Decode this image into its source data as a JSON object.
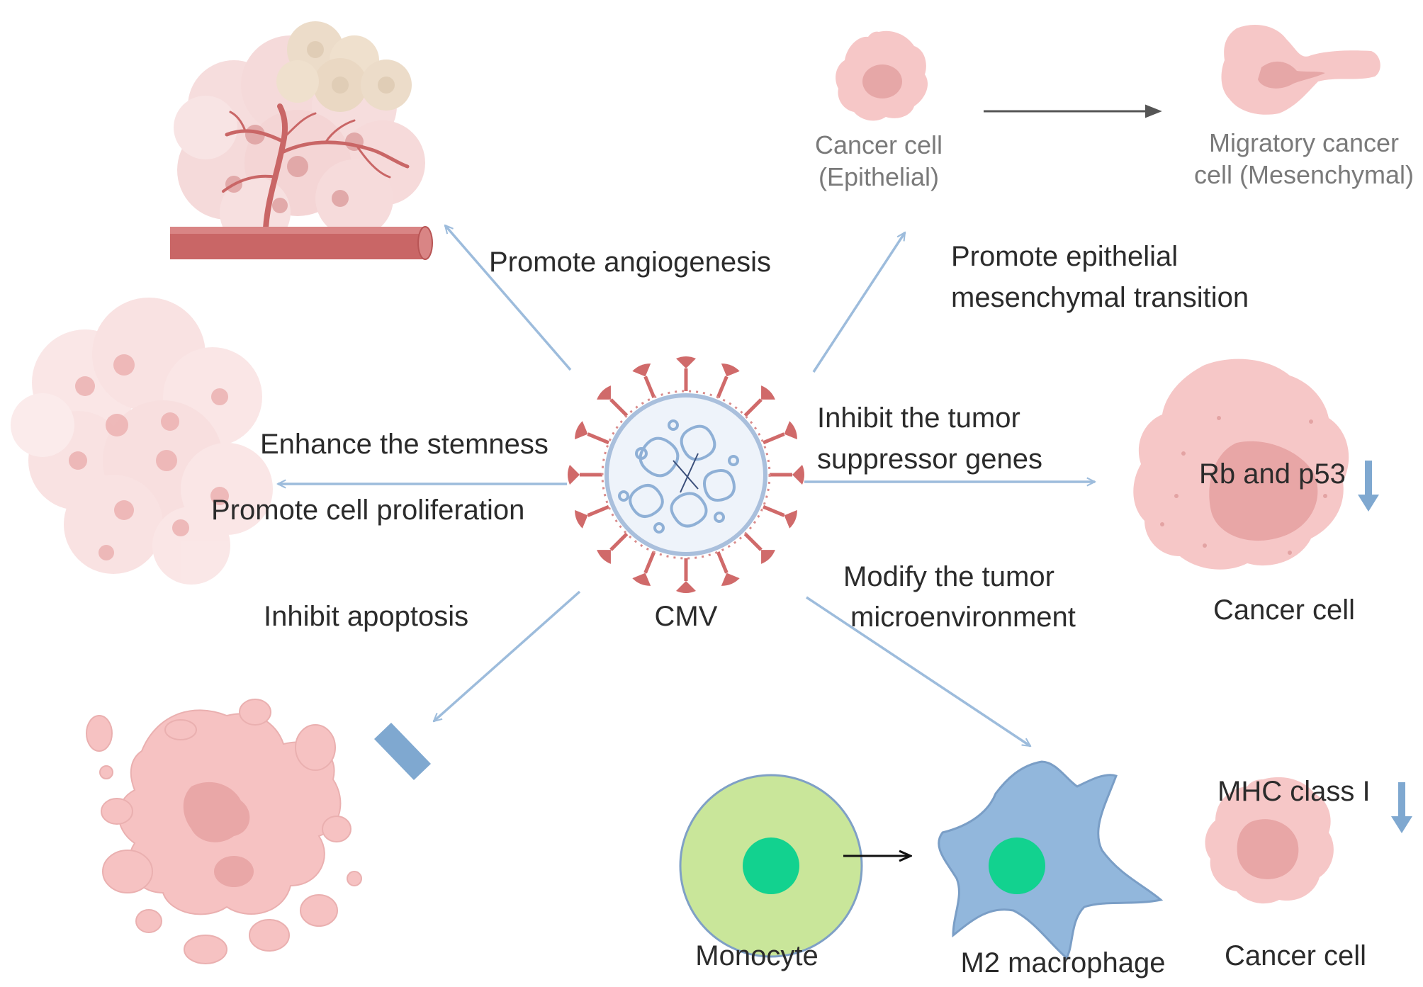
{
  "center": {
    "label": "CMV"
  },
  "effects": {
    "angiogenesis": "Promote angiogenesis",
    "emt_line1": "Promote epithelial",
    "emt_line2": "mesenchymal  transition",
    "stemness": "Enhance the stemness",
    "proliferation": "Promote cell proliferation",
    "tumor_suppressor_line1": "Inhibit the tumor",
    "tumor_suppressor_line2": "suppressor genes",
    "apoptosis": "Inhibit apoptosis",
    "microenv_line1": "Modify the tumor",
    "microenv_line2": "microenvironment"
  },
  "emt": {
    "epithelial_line1": "Cancer cell",
    "epithelial_line2": "(Epithelial)",
    "migratory_line1": "Migratory cancer",
    "migratory_line2": "cell (Mesenchymal)"
  },
  "tumor_suppressor": {
    "genes_label": "Rb and p53",
    "cell_label": "Cancer cell"
  },
  "microenvironment": {
    "monocyte_label": "Monocyte",
    "macrophage_label": "M2 macrophage",
    "mhc_label": "MHC class I",
    "cell_label": "Cancer cell"
  },
  "colors": {
    "arrow": "#9dbcdc",
    "cell_pink": "#f2b8b8",
    "nucleus_pink": "#e39a9a",
    "virus_red": "#d06a6a",
    "monocyte_fill": "#c9e69a",
    "macrophage_fill": "#92b7dc",
    "nucleus_green": "#12d28f",
    "vessel": "#c96666"
  }
}
